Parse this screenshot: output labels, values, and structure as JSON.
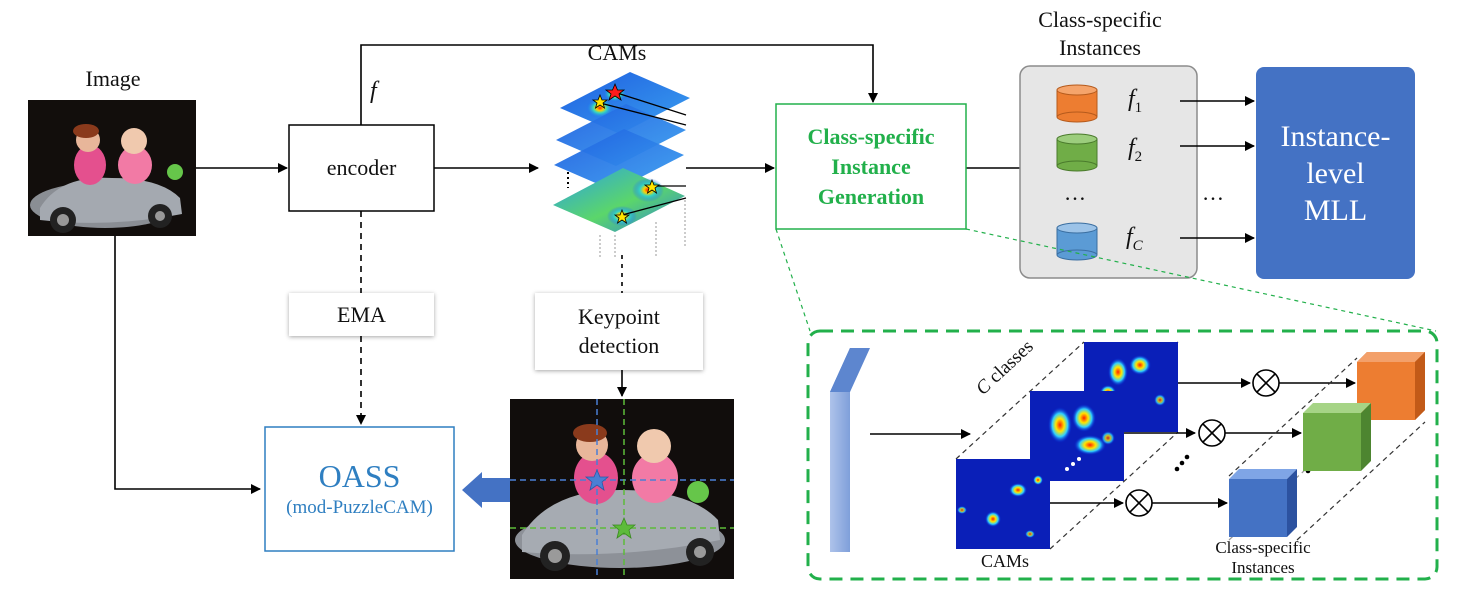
{
  "image_label": "Image",
  "f_label": "f",
  "encoder_label": "encoder",
  "ema_label": "EMA",
  "cams_label": "CAMs",
  "keypoint_label_line1": "Keypoint",
  "keypoint_label_line2": "detection",
  "csig_line1": "Class-specific",
  "csig_line2": "Instance",
  "csig_line3": "Generation",
  "csi_title_line1": "Class-specific",
  "csi_title_line2": "Instances",
  "feat_f1_base": "f",
  "feat_f1_sub": "1",
  "feat_f2_base": "f",
  "feat_f2_sub": "2",
  "feat_fc_base": "f",
  "feat_fc_sub": "C",
  "ellipsis": "…",
  "mll_line1": "Instance-",
  "mll_line2": "level",
  "mll_line3": "MLL",
  "oass_title": "OASS",
  "oass_sub": "(mod-PuzzleCAM)",
  "detail_classes_c": "C",
  "detail_classes_label": " classes",
  "detail_cams_label": "CAMs",
  "detail_instances_line1": "Class-specific",
  "detail_instances_line2": "Instances",
  "colors": {
    "green": "#22b04b",
    "blue_text": "#2f7fc1",
    "mll_fill": "#4472c4",
    "orange": "#ed7d31",
    "green_cyl": "#70ad47",
    "blue_cyl": "#5b9bd5",
    "gray_box": "#e6e6e6",
    "oass_border": "#2f7fc1",
    "dashed_green": "#22b04b"
  }
}
